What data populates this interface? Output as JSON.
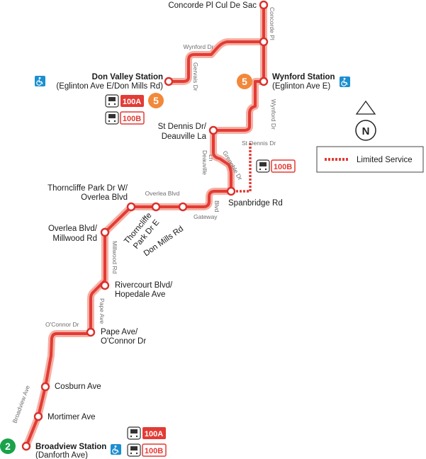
{
  "colors": {
    "route": "#e33b35",
    "route_halo": "#f4b0a4",
    "line5": "#f2883a",
    "line2": "#1aa24a",
    "access": "#1b8fd1"
  },
  "terminals": {
    "north": "Concorde Pl Cul De Sac",
    "don_valley": {
      "name": "Don Valley Station",
      "sub": "(Eglinton Ave E/Don Mills Rd)",
      "line": "5"
    },
    "wynford": {
      "name": "Wynford Station",
      "sub": "(Eglinton Ave E)",
      "line": "5"
    },
    "broadview": {
      "name": "Broadview Station",
      "sub": "(Danforth Ave)",
      "line": "2"
    }
  },
  "stops": {
    "st_dennis_1": "St Dennis Dr/",
    "st_dennis_2": "Deauville La",
    "thorncliffe_w_1": "Thorncliffe Park Dr W/",
    "thorncliffe_w_2": "Overlea Blvd",
    "spanbridge": "Spanbridge Rd",
    "overlea_1": "Overlea Blvd/",
    "overlea_2": "Millwood Rd",
    "thorncliffe_e_1": "Thorncliffe",
    "thorncliffe_e_2": "Park Dr E",
    "don_mills": "Don Mills Rd",
    "rivercourt_1": "Rivercourt Blvd/",
    "rivercourt_2": "Hopedale Ave",
    "pape_1": "Pape Ave/",
    "pape_2": "O'Connor Dr",
    "cosburn": "Cosburn Ave",
    "mortimer": "Mortimer Ave"
  },
  "streets": {
    "concorde_pl": "Concorde Pl",
    "wynford_top": "Wynford Dr",
    "gervais": "Gervais Dr",
    "wynford_side": "Wynford Dr",
    "st_dennis": "St Dennis Dr",
    "deauville_1": "Deauville",
    "deauville_2": "Ln",
    "grenoble": "Grenoble Dr",
    "overlea": "Overlea Blvd",
    "gateway_1": "Blvd",
    "gateway_2": "Gateway",
    "millwood": "Millwood Rd",
    "pape": "Pape Ave",
    "oconnor": "O'Connor Dr",
    "broadview": "Broadview Ave"
  },
  "routes": {
    "a": "100A",
    "b": "100B"
  },
  "icons": {
    "bus": "bus-icon",
    "accessible": "wheelchair-accessible-icon",
    "north": "north-arrow-icon"
  },
  "compass": "N",
  "legend": {
    "limited": "Limited Service"
  }
}
